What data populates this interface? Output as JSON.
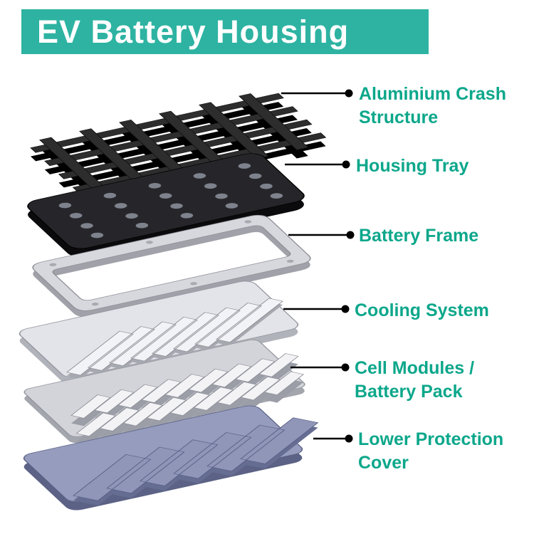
{
  "header": {
    "title": "EV Battery Housing"
  },
  "colors": {
    "banner": "#2eb3a2",
    "label_text": "#0ca78b",
    "leader": "#000000",
    "background": "#ffffff"
  },
  "diagram": {
    "labels": [
      {
        "text": "Aluminium Crash Structure"
      },
      {
        "text": "Housing Tray"
      },
      {
        "text": "Battery Frame"
      },
      {
        "text": "Cooling System"
      },
      {
        "text": "Cell Modules / Battery Pack"
      },
      {
        "text": "Lower Protection Cover"
      }
    ],
    "layers": [
      {
        "name": "Aluminium Crash Structure",
        "color": "#2d2d2d"
      },
      {
        "name": "Housing Tray",
        "color": "#26262a"
      },
      {
        "name": "Battery Frame",
        "color": "#d7d8dd"
      },
      {
        "name": "Cooling System",
        "color": "#e3e4e9"
      },
      {
        "name": "Cell Modules / Battery Pack",
        "color": "#f3f3f6"
      },
      {
        "name": "Lower Protection Cover",
        "color": "#959cbd"
      }
    ]
  }
}
